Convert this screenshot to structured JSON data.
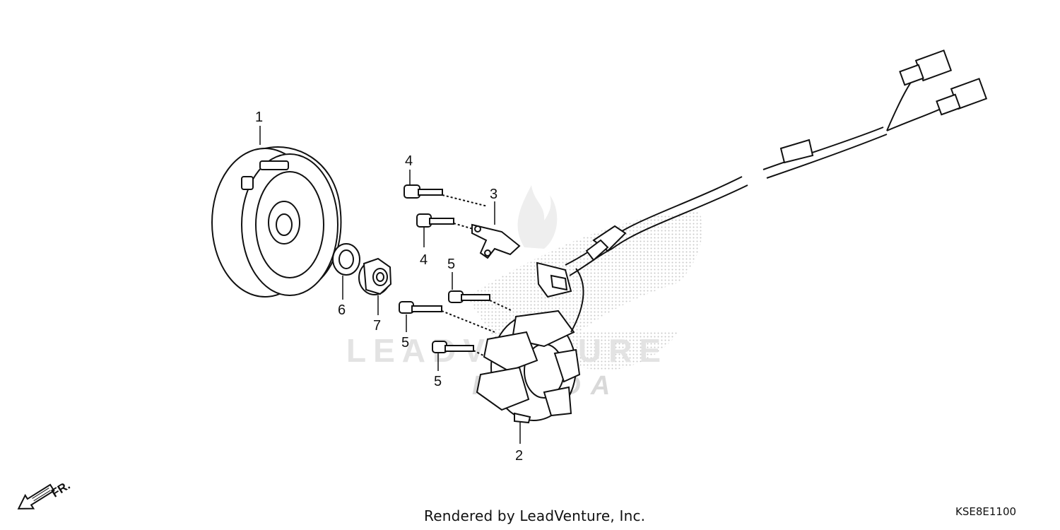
{
  "diagram": {
    "callouts": [
      "1",
      "2",
      "3",
      "4",
      "4",
      "5",
      "5",
      "5",
      "6",
      "7"
    ],
    "watermark_text": "LEADVENTURE",
    "watermark_brand": "HONDA",
    "direction_label": "FR."
  },
  "footer": {
    "credit": "Rendered by LeadVenture, Inc.",
    "diagram_code": "KSE8E1100"
  }
}
